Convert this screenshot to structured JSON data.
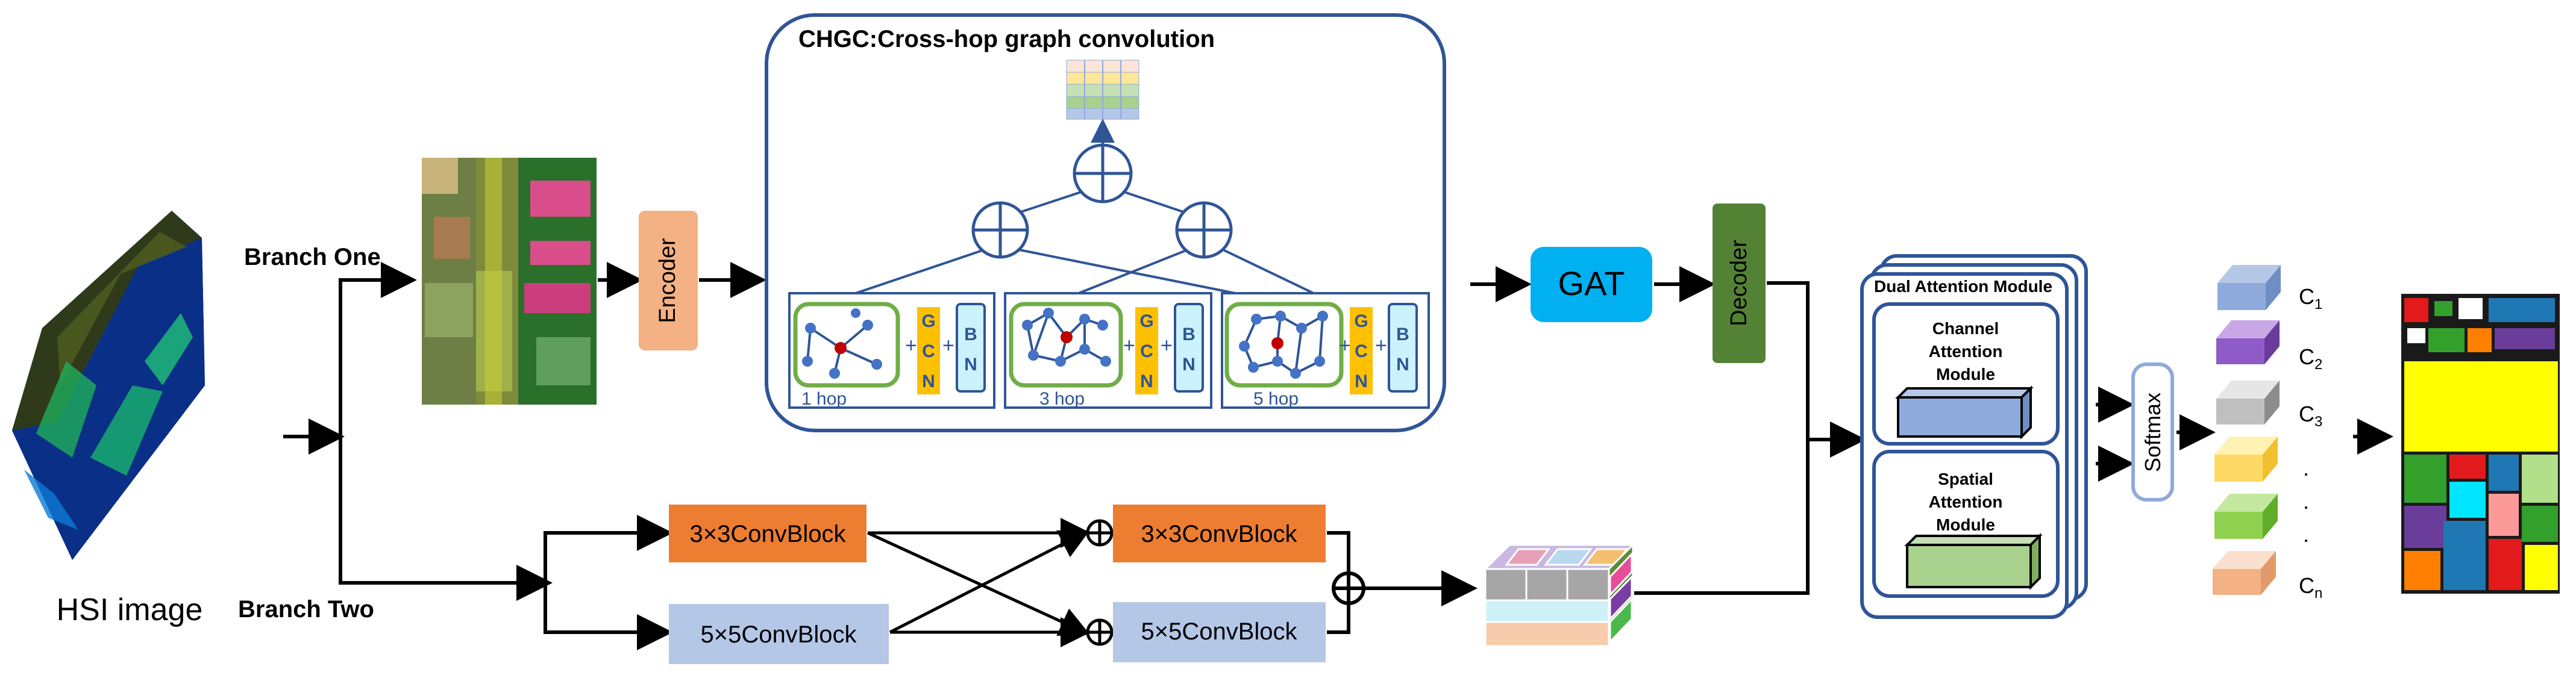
{
  "title": "CHGC:Cross-hop graph convolution",
  "input": {
    "label": "HSI image"
  },
  "branches": {
    "one": "Branch One",
    "two": "Branch Two"
  },
  "encoder": "Encoder",
  "decoder": "Decoder",
  "gat": "GAT",
  "gcn_letters": [
    "G",
    "C",
    "N"
  ],
  "bn_letters": [
    "B",
    "N"
  ],
  "plus": "+",
  "hops": [
    "1 hop",
    "3 hop",
    "5 hop"
  ],
  "conv": {
    "b3_left": "3×3ConvBlock",
    "b5_left": "5×5ConvBlock",
    "b3_right": "3×3ConvBlock",
    "b5_right": "5×5ConvBlock"
  },
  "dual_attention": {
    "title": "Dual Attention Module",
    "channel": [
      "Channel",
      "Attention",
      "Module"
    ],
    "spatial": [
      "Spatial",
      "Attention",
      "Module"
    ]
  },
  "softmax": "Softmax",
  "classes": {
    "c1": {
      "base": "C",
      "sub": "1"
    },
    "c2": {
      "base": "C",
      "sub": "2"
    },
    "c3": {
      "base": "C",
      "sub": "3"
    },
    "dot": ".",
    "cn": {
      "base": "C",
      "sub": "n"
    }
  },
  "colors": {
    "encoder": "#f4b183",
    "decoder": "#548235",
    "gat": "#00b0f0",
    "conv3": "#ed7d31",
    "conv5": "#b4c7e7",
    "gcn": "#ffc000",
    "bn": "#ccf2ff",
    "graph_border": "#70ad47",
    "frame": "#2f5597",
    "node": "#4472c4",
    "center_node": "#c00000",
    "channel_box": "#8faadc",
    "spatial_box": "#a9d18e"
  }
}
